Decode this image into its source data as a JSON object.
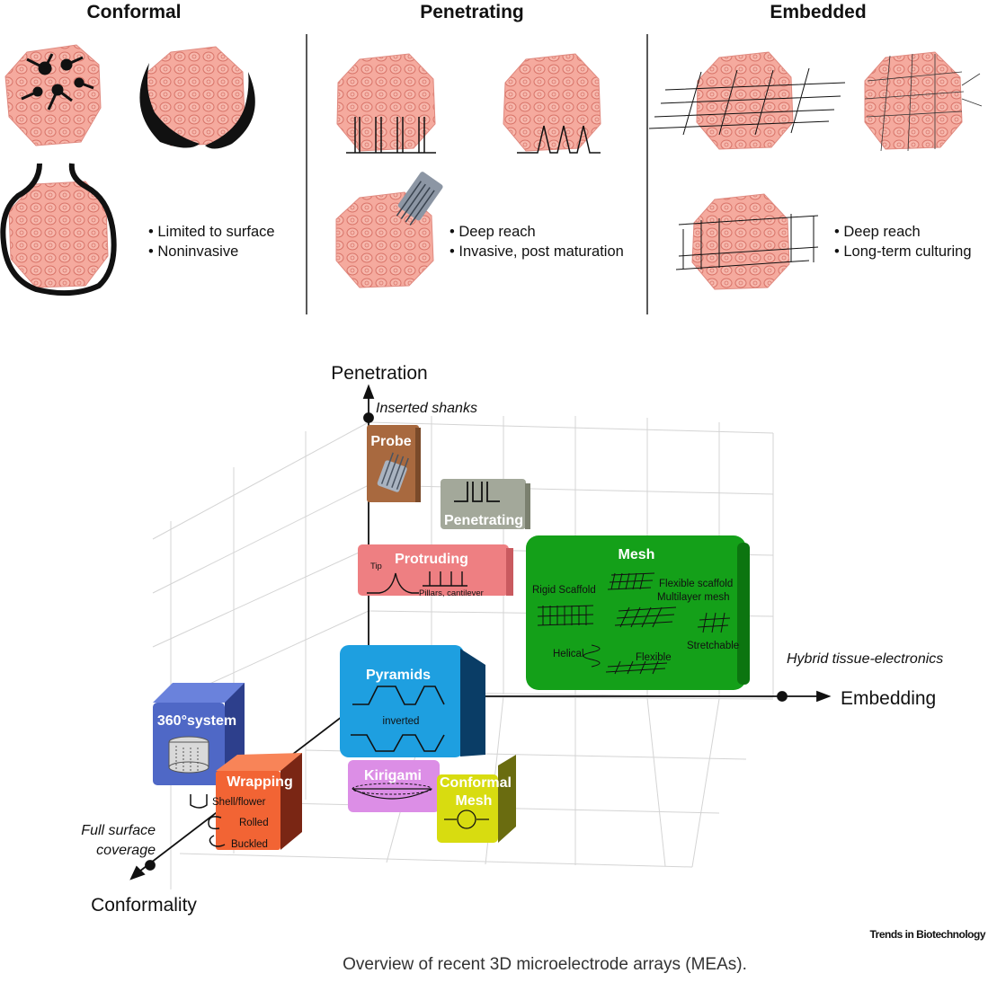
{
  "panels": {
    "conformal": {
      "title": "Conformal",
      "bullets": [
        "Limited to surface",
        "Noninvasive"
      ]
    },
    "penetrating": {
      "title": "Penetrating",
      "bullets": [
        "Deep reach",
        "Invasive, post maturation"
      ]
    },
    "embedded": {
      "title": "Embedded",
      "bullets": [
        "Deep reach",
        "Long-term culturing"
      ]
    }
  },
  "axes": {
    "penetration": {
      "label": "Penetration",
      "annotation": "Inserted shanks"
    },
    "embedding": {
      "label": "Embedding",
      "annotation": "Hybrid tissue-electronics"
    },
    "conformality": {
      "label": "Conformality",
      "annotation_line1": "Full surface",
      "annotation_line2": "coverage"
    }
  },
  "blocks": {
    "probe": {
      "label": "Probe",
      "color": "#a8693f"
    },
    "penetrating": {
      "label": "Penetrating",
      "color": "#a3a89a"
    },
    "protruding": {
      "label": "Protruding",
      "color": "#ee7f82",
      "tip": "Tip",
      "pillars": "Pillars, cantilever"
    },
    "mesh": {
      "label": "Mesh",
      "color": "#14a019",
      "rigid": "Rigid Scaffold",
      "flexible_scaffold": "Flexible scaffold",
      "multilayer": "Multilayer mesh",
      "helical": "Helical",
      "flexible": "Flexible",
      "stretchable": "Stretchable"
    },
    "pyramids": {
      "label": "Pyramids",
      "color": "#1e9fe0",
      "inverted": "inverted"
    },
    "system360": {
      "label": "360°system",
      "color": "#4f68c6"
    },
    "wrapping": {
      "label": "Wrapping",
      "color": "#f26434",
      "shell": "Shell/flower",
      "rolled": "Rolled",
      "buckled": "Buckled"
    },
    "kirigami": {
      "label": "Kirigami",
      "color": "#dc8ee6"
    },
    "conformal_mesh": {
      "label_line1": "Conformal",
      "label_line2": "Mesh",
      "color": "#d8dc10"
    }
  },
  "journal": "Trends in Biotechnology",
  "caption": "Overview of recent 3D microelectrode arrays (MEAs)."
}
